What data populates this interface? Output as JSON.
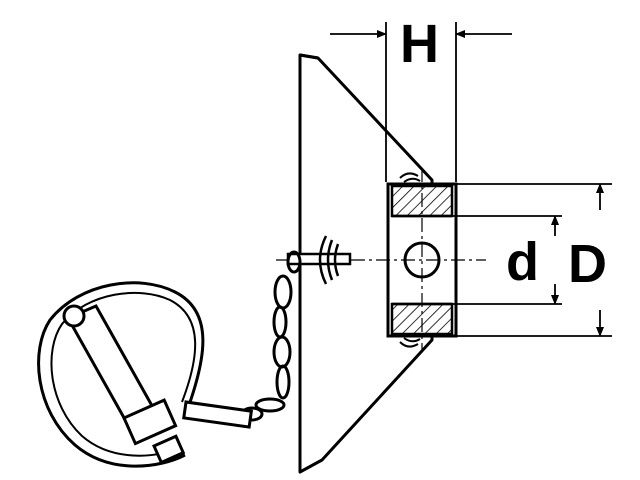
{
  "labels": {
    "height": "H",
    "inner_diameter": "d",
    "outer_diameter": "D"
  },
  "colors": {
    "line": "#000000",
    "background": "#ffffff"
  }
}
